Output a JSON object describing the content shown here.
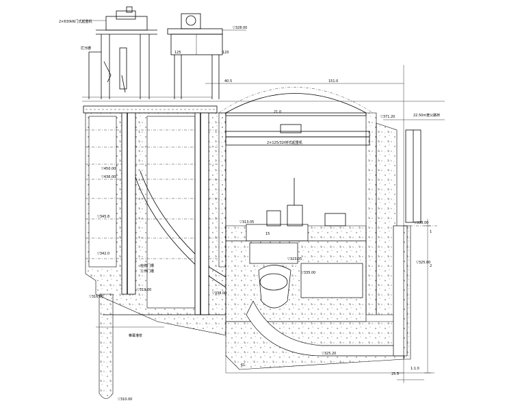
{
  "labels": {
    "crane_left": "2×630kN门式起重机",
    "crane_left_sub": "拦污栅",
    "elev_top_right": "▽328.00",
    "elev_bridge": "▽371.20",
    "elev_road": "22.50m宽公路桥",
    "dim_top": "151.0",
    "dim_small": "40.5",
    "dim_span": "21.0",
    "crane_rail": "2×125/32t桥式起重机",
    "elev_1": "▽450.00",
    "elev_2": "▽436.00",
    "elev_3": "▽345.8",
    "elev_4": "▽342.0",
    "elev_mid": "▽338.00",
    "elev_gen": "▽313.05",
    "elev_unit": "▽323.05",
    "elev_tail": "▽335.00",
    "elev_draft": "▽325.20",
    "elev_bottom": "▽316.00",
    "elev_bottom2": "▽319.00",
    "elev_foot": "▽310.00",
    "elev_r1": "▽338.00",
    "elev_r2": "▽325.80",
    "left_note": "帷幕灌浆",
    "gate_note": "检修门槽",
    "gate_note2": "工作门槽",
    "scale_1": "25.5",
    "scale_2": "1:1.0",
    "num_a": "1",
    "num_b": "2",
    "num_c": "125",
    "num_d": "120",
    "num_e": "15",
    "num_f": "61"
  }
}
